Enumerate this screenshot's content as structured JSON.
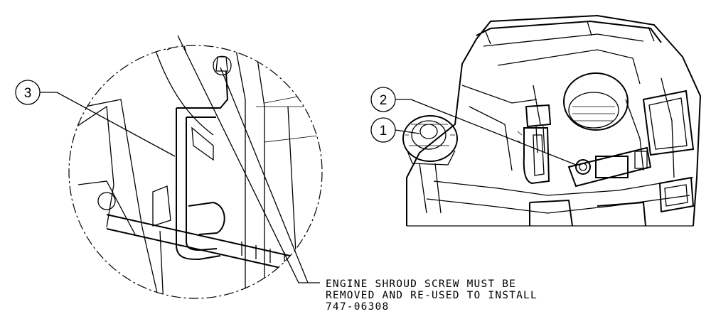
{
  "callouts": {
    "c1": "1",
    "c2": "2",
    "c3": "3"
  },
  "note": {
    "line1": "ENGINE SHROUD SCREW MUST BE",
    "line2": "REMOVED AND RE-USED TO INSTALL",
    "line3": "747-06308"
  },
  "colors": {
    "ink": "#000000",
    "paper": "#ffffff"
  }
}
